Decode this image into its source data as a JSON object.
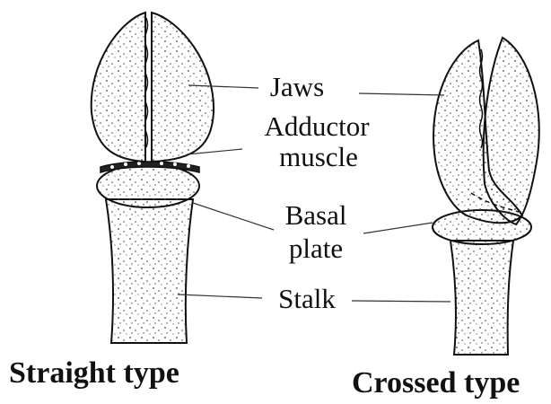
{
  "labels": {
    "jaws": "Jaws",
    "adductor_line1": "Adductor",
    "adductor_line2": "muscle",
    "basal_line1": "Basal",
    "basal_line2": "plate",
    "stalk": "Stalk"
  },
  "captions": {
    "straight": "Straight type",
    "crossed": "Crossed type"
  },
  "colors": {
    "ink": "#111111",
    "fill": "#f2f2f2",
    "stipple": "#444444"
  }
}
